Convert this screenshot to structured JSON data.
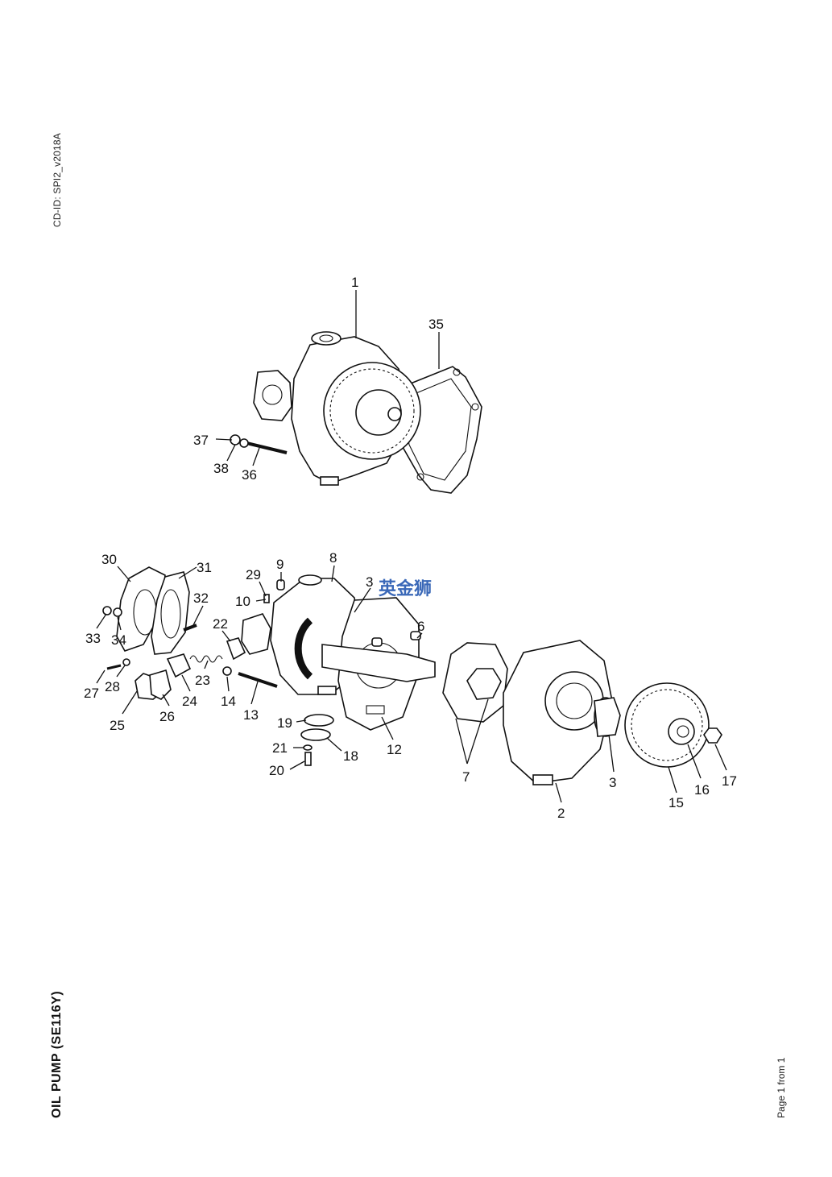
{
  "document": {
    "cd_id": "CD-ID: SPI2_v2018A",
    "title": "OIL PUMP (SE116Y)",
    "page_number": "Page 1 from 1",
    "watermark": "英金狮"
  },
  "diagram": {
    "callouts": [
      {
        "id": "c1",
        "label": "1"
      },
      {
        "id": "c35",
        "label": "35"
      },
      {
        "id": "c37",
        "label": "37"
      },
      {
        "id": "c38",
        "label": "38"
      },
      {
        "id": "c36",
        "label": "36"
      },
      {
        "id": "c30",
        "label": "30"
      },
      {
        "id": "c31",
        "label": "31"
      },
      {
        "id": "c29",
        "label": "29"
      },
      {
        "id": "c9",
        "label": "9"
      },
      {
        "id": "c8",
        "label": "8"
      },
      {
        "id": "c3a",
        "label": "3"
      },
      {
        "id": "c6",
        "label": "6"
      },
      {
        "id": "c32",
        "label": "32"
      },
      {
        "id": "c10",
        "label": "10"
      },
      {
        "id": "c22",
        "label": "22"
      },
      {
        "id": "c33",
        "label": "33"
      },
      {
        "id": "c34",
        "label": "34"
      },
      {
        "id": "c27",
        "label": "27"
      },
      {
        "id": "c28",
        "label": "28"
      },
      {
        "id": "c23",
        "label": "23"
      },
      {
        "id": "c24",
        "label": "24"
      },
      {
        "id": "c25",
        "label": "25"
      },
      {
        "id": "c26",
        "label": "26"
      },
      {
        "id": "c14",
        "label": "14"
      },
      {
        "id": "c13",
        "label": "13"
      },
      {
        "id": "c19",
        "label": "19"
      },
      {
        "id": "c21",
        "label": "21"
      },
      {
        "id": "c18",
        "label": "18"
      },
      {
        "id": "c20",
        "label": "20"
      },
      {
        "id": "c12",
        "label": "12"
      },
      {
        "id": "c7",
        "label": "7"
      },
      {
        "id": "c3b",
        "label": "3"
      },
      {
        "id": "c2",
        "label": "2"
      },
      {
        "id": "c15",
        "label": "15"
      },
      {
        "id": "c16",
        "label": "16"
      },
      {
        "id": "c17",
        "label": "17"
      }
    ]
  }
}
